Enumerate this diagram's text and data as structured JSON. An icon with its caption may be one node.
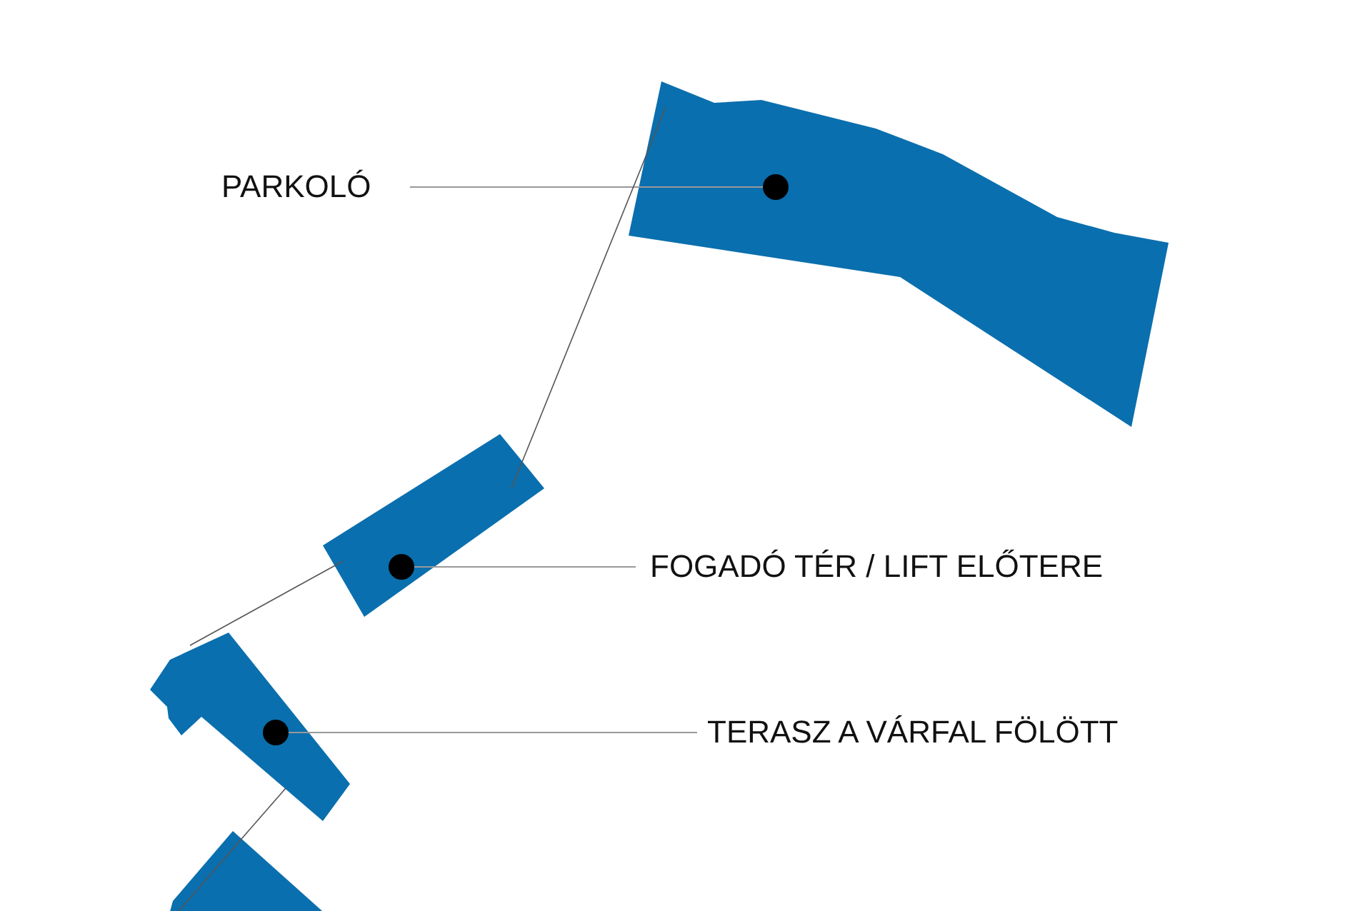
{
  "diagram": {
    "nodes": [
      {
        "text": [
          "PARKOLÓ"
        ]
      },
      {
        "text": [],
        "shape": "polygon"
      },
      {
        "text": [
          "FOGADÓ TÉR / LIFT ELŐTERE"
        ]
      },
      {
        "text": [],
        "shape": "polygon"
      },
      {
        "text": [
          "TERASZ A VÁRFAL FÖLÖTT"
        ]
      },
      {
        "text": [],
        "shape": "polygon"
      },
      {
        "text": [],
        "shape": "polygon"
      }
    ],
    "edges": [
      {
        "from": 0,
        "to": 1,
        "arrow": "other"
      },
      {
        "from": 2,
        "to": 3,
        "arrow": "other"
      },
      {
        "from": 4,
        "to": 5,
        "arrow": "other"
      },
      {
        "from": 1,
        "to": 3,
        "arrow": "none"
      },
      {
        "from": 3,
        "to": 5,
        "arrow": "none"
      },
      {
        "from": 5,
        "to": 6,
        "arrow": "none"
      }
    ]
  }
}
